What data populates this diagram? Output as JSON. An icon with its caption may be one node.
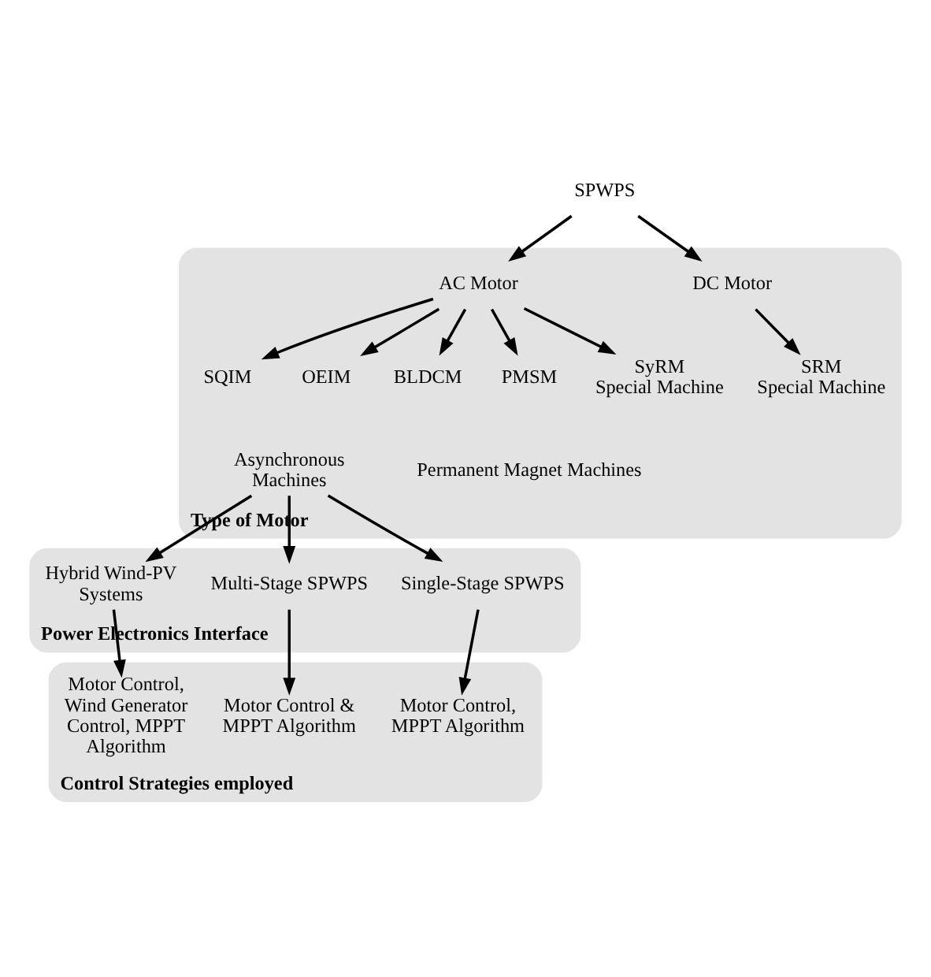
{
  "diagram": {
    "nodes": [
      {
        "text": [
          "SPWPS"
        ]
      },
      {
        "text": [
          "Type of Motor"
        ]
      },
      {
        "text": [
          "DC Motor"
        ],
        "in": 1
      },
      {
        "text": [
          "AC Motor"
        ],
        "in": 1
      },
      {
        "text": [
          "SRM",
          "Special Machine"
        ],
        "in": 1
      },
      {
        "text": [
          "SQIM"
        ],
        "in": 1
      },
      {
        "text": [
          "OEIM"
        ],
        "in": 1
      },
      {
        "text": [
          "Asynchronous Machines"
        ],
        "in": 1
      },
      {
        "text": [
          "BLDCM"
        ],
        "in": 1
      },
      {
        "text": [
          "PMSM"
        ],
        "in": 1
      },
      {
        "text": [
          "SyRM",
          "Special Machine"
        ],
        "in": 1
      },
      {
        "text": [
          "Power Electronics Interface"
        ]
      },
      {
        "text": [
          "Single-Stage SPWPS"
        ],
        "in": 11
      },
      {
        "text": [
          "Multi-Stage SPWPS"
        ],
        "in": 11
      },
      {
        "text": [
          "Hybrid Wind-PV Systems"
        ],
        "in": 11
      },
      {
        "text": [
          "Control Strategies employed"
        ]
      },
      {
        "text": [
          "Motor Control, MPPT Algorithm"
        ],
        "in": 15
      },
      {
        "text": [
          "Motor Control & MPPT Algorithm"
        ],
        "in": 15
      },
      {
        "text": [
          "Motor Control, Wind Generator Control, MPPT Algorithm"
        ],
        "in": 15
      }
    ],
    "edges": [
      {
        "from": 0,
        "to": 2,
        "arrow": "to"
      },
      {
        "from": 0,
        "to": 3,
        "arrow": "to"
      },
      {
        "from": 2,
        "to": 4,
        "arrow": "to"
      },
      {
        "from": 3,
        "to": 5,
        "arrow": "to"
      },
      {
        "from": 3,
        "to": 6,
        "arrow": "to"
      },
      {
        "from": 3,
        "to": 8,
        "arrow": "to"
      },
      {
        "from": 3,
        "to": 9,
        "arrow": "to"
      },
      {
        "from": 3,
        "to": 10,
        "arrow": "to"
      },
      {
        "from": 7,
        "to": 12,
        "arrow": "to"
      },
      {
        "from": 7,
        "to": 13,
        "arrow": "to"
      },
      {
        "from": 7,
        "to": 14,
        "arrow": "to"
      },
      {
        "from": 12,
        "to": 16,
        "arrow": "to"
      },
      {
        "from": 13,
        "to": 17,
        "arrow": "to"
      },
      {
        "from": 14,
        "to": 18,
        "arrow": "to"
      }
    ],
    "labels": [
      "Permanent Magnet Machines"
    ]
  }
}
